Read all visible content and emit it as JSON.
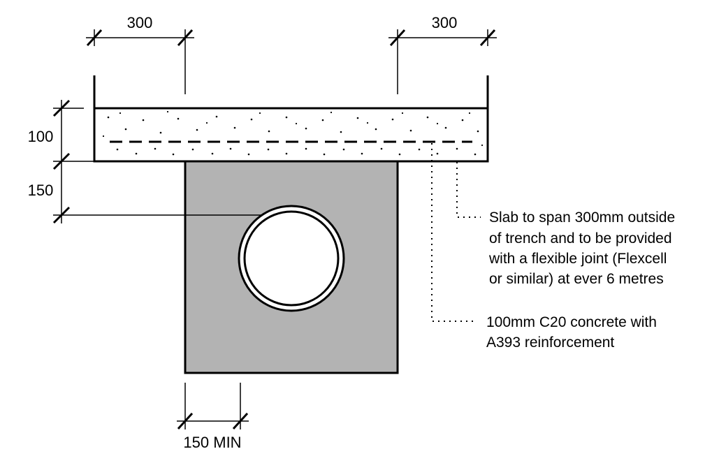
{
  "dimensions": {
    "slab_overhang_left": "300",
    "slab_overhang_right": "300",
    "slab_thickness": "100",
    "cover_to_pipe": "150",
    "side_clearance": "150 MIN"
  },
  "notes": {
    "slab_note_lines": [
      "Slab to span 300mm outside",
      "of trench and to be provided",
      "with a flexible joint (Flexcell",
      "or similar) at ever 6 metres"
    ],
    "concrete_note_lines": [
      "100mm C20 concrete with",
      "A393 reinforcement"
    ]
  },
  "colors": {
    "line": "#000000",
    "trench_fill": "#b3b3b3",
    "slab_fill": "#ffffff",
    "pipe_fill": "#ffffff"
  }
}
